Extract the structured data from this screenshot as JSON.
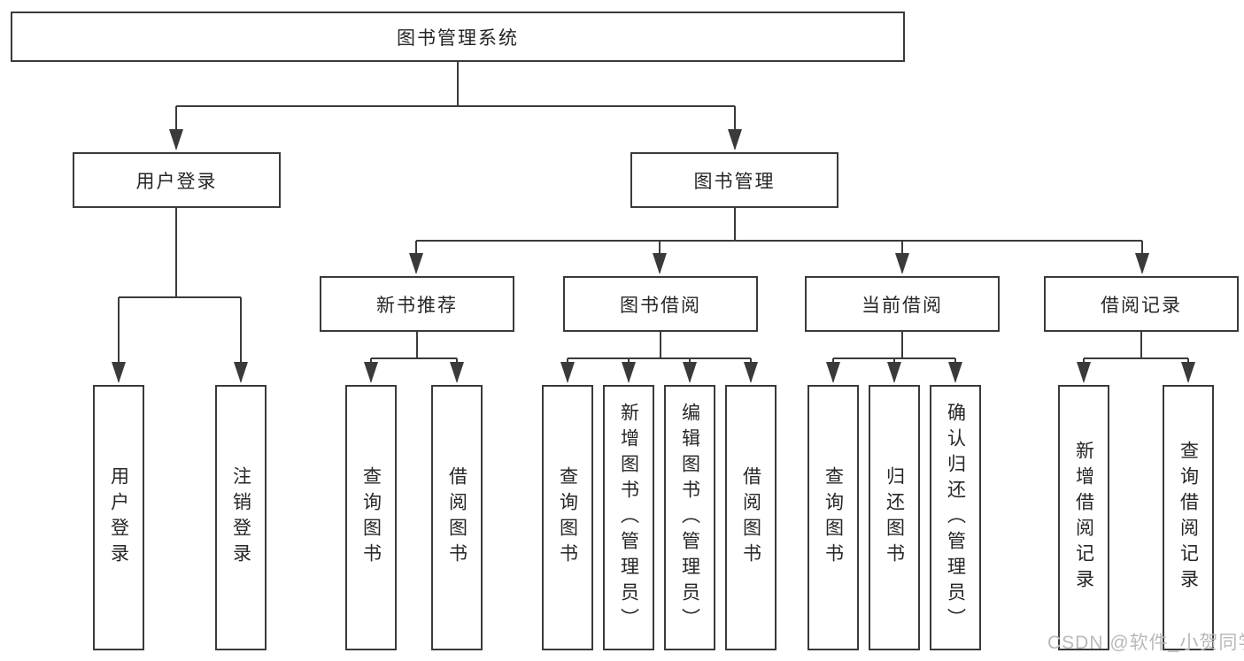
{
  "diagram": {
    "tree": {
      "label": "图书管理系统",
      "children": [
        {
          "label": "用户登录",
          "children": [
            {
              "label": "用户登录"
            },
            {
              "label": "注销登录"
            }
          ]
        },
        {
          "label": "图书管理",
          "children": [
            {
              "label": "新书推荐",
              "children": [
                {
                  "label": "查询图书"
                },
                {
                  "label": "借阅图书"
                }
              ]
            },
            {
              "label": "图书借阅",
              "children": [
                {
                  "label": "查询图书"
                },
                {
                  "label": "新增图书（管理员）"
                },
                {
                  "label": "编辑图书（管理员）"
                },
                {
                  "label": "借阅图书"
                }
              ]
            },
            {
              "label": "当前借阅",
              "children": [
                {
                  "label": "查询图书"
                },
                {
                  "label": "归还图书"
                },
                {
                  "label": "确认归还（管理员）"
                }
              ]
            },
            {
              "label": "借阅记录",
              "children": [
                {
                  "label": "新增借阅记录"
                },
                {
                  "label": "查询借阅记录"
                }
              ]
            }
          ]
        }
      ]
    }
  },
  "watermark": {
    "text": "CSDN @软件_小贺同学"
  },
  "colors": {
    "line": "#3a3a3a",
    "text": "#262626",
    "node_bg": "#ffffff",
    "watermark": "#b9b9b9"
  }
}
